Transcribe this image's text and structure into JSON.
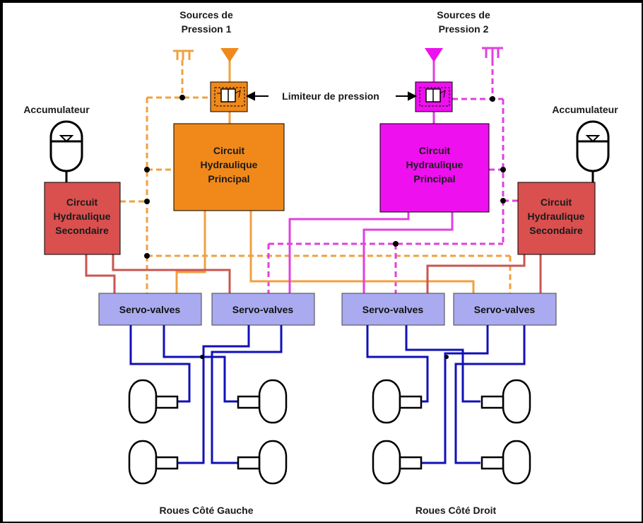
{
  "labels": {
    "source1": [
      "Sources de",
      "Pression 1"
    ],
    "source2": [
      "Sources de",
      "Pression 2"
    ],
    "limiter": "Limiteur de pression",
    "accumulator_left": "Accumulateur",
    "accumulator_right": "Accumulateur",
    "main_left": [
      "Circuit",
      "Hydraulique",
      "Principal"
    ],
    "main_right": [
      "Circuit",
      "Hydraulique",
      "Principal"
    ],
    "secondary_left": [
      "Circuit",
      "Hydraulique",
      "Secondaire"
    ],
    "secondary_right": [
      "Circuit",
      "Hydraulique",
      "Secondaire"
    ],
    "servo": [
      "Servo-valves",
      "Servo-valves",
      "Servo-valves",
      "Servo-valves"
    ],
    "wheels_left": "Roues Côté Gauche",
    "wheels_right": "Roues Côté Droit"
  },
  "colors": {
    "orange": "#f0891a",
    "orange_line": "#f0a040",
    "magenta": "#ee10ee",
    "magenta_line": "#e040e0",
    "red_box": "#d9504f",
    "red_line": "#c8554f",
    "servo_fill": "#aaaaf0",
    "blue": "#1010b8"
  }
}
